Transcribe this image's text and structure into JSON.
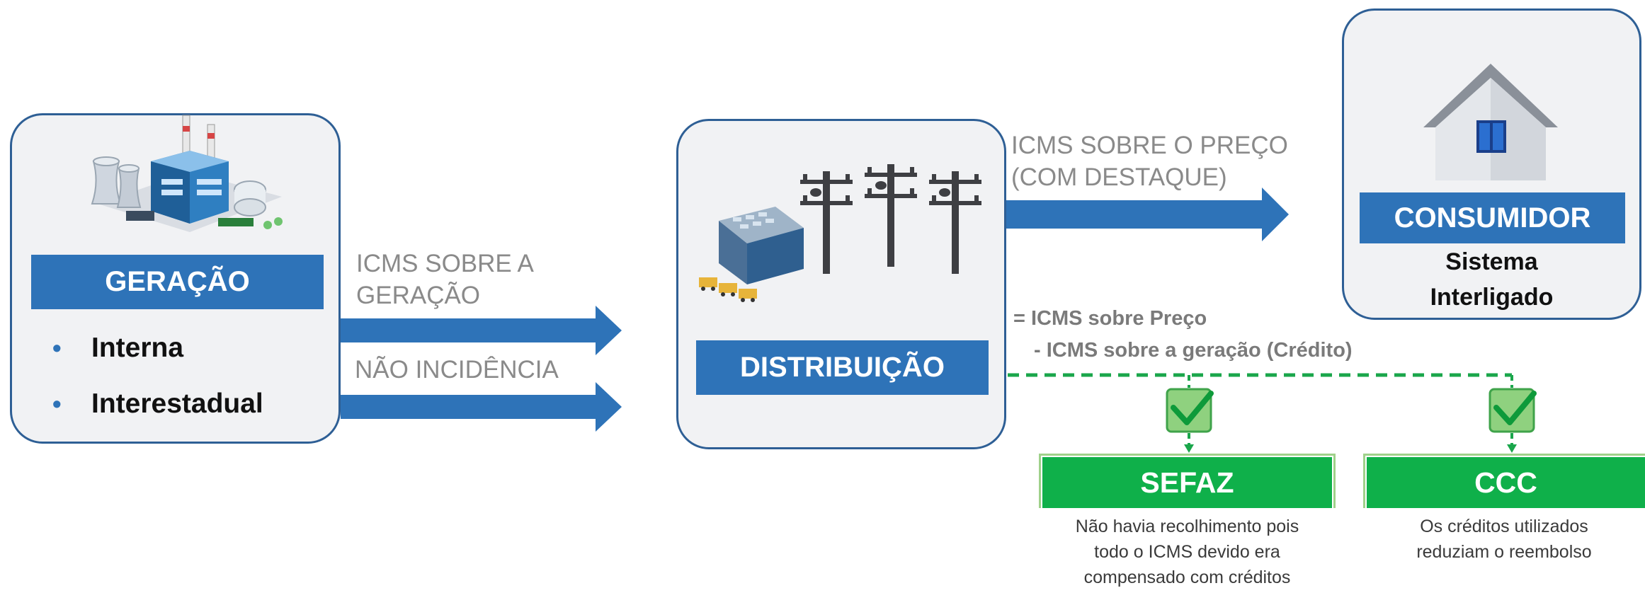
{
  "generation": {
    "title": "GERAÇÃO",
    "items": [
      "Interna",
      "Interestadual"
    ]
  },
  "arrows": {
    "generation_label": "ICMS SOBRE A GERAÇÃO",
    "interstate_label": "NÃO INCIDÊNCIA",
    "price_label_line1": "ICMS SOBRE O PREÇO",
    "price_label_line2": "(COM DESTAQUE)"
  },
  "distribution": {
    "title": "DISTRIBUIÇÃO"
  },
  "consumer": {
    "title": "CONSUMIDOR",
    "subtitle_line1": "Sistema",
    "subtitle_line2": "Interligado"
  },
  "formula": {
    "line1": "= ICMS sobre Preço",
    "line2": "- ICMS sobre a geração (Crédito)"
  },
  "sefaz": {
    "title": "SEFAZ",
    "description": [
      "Não havia recolhimento pois",
      "todo o ICMS devido era",
      "compensado com créditos"
    ]
  },
  "ccc": {
    "title": "CCC",
    "description": [
      "Os créditos utilizados",
      "reduziam o reembolso"
    ]
  },
  "colors": {
    "blue": "#2e73b8",
    "green": "#0fb04a",
    "grey_text": "#8a8a8a"
  }
}
